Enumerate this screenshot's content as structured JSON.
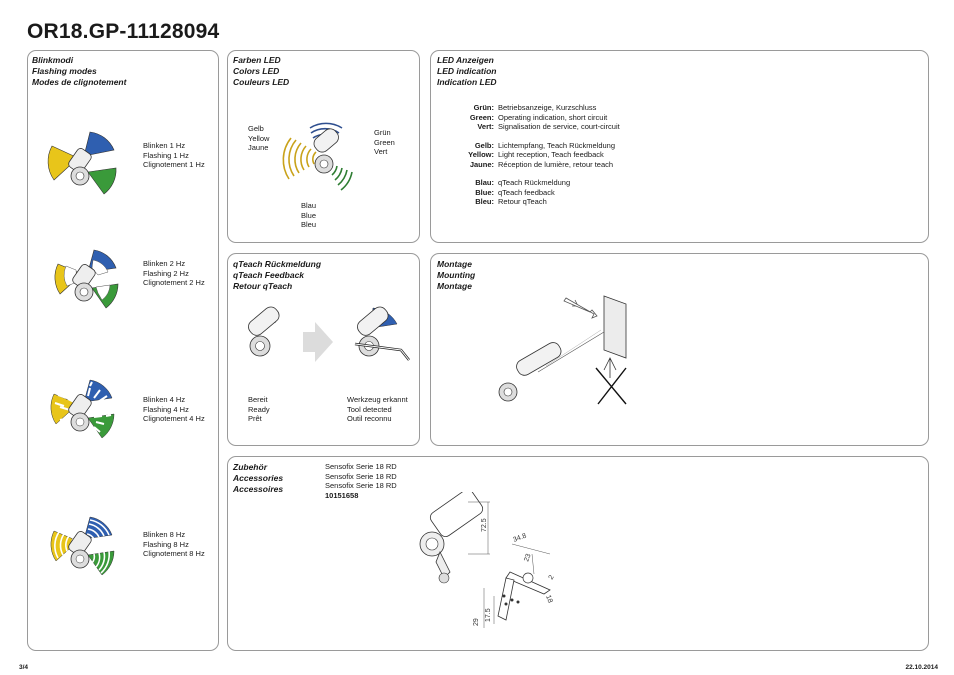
{
  "title": "OR18.GP-11128094",
  "blink": {
    "title": [
      "Blinkmodi",
      "Flashing modes",
      "Modes de clignotement"
    ],
    "modes": [
      [
        "Blinken 1 Hz",
        "Flashing 1 Hz",
        "Clignotement 1 Hz"
      ],
      [
        "Blinken 2 Hz",
        "Flashing 2 Hz",
        "Clignotement 2 Hz"
      ],
      [
        "Blinken 4 Hz",
        "Flashing 4 Hz",
        "Clignotement 4 Hz"
      ],
      [
        "Blinken 8 Hz",
        "Flashing 8 Hz",
        "Clignotement 8 Hz"
      ]
    ]
  },
  "colors": {
    "title": [
      "Farben LED",
      "Colors LED",
      "Couleurs LED"
    ],
    "yellow": [
      "Gelb",
      "Yellow",
      "Jaune"
    ],
    "green": [
      "Grün",
      "Green",
      "Vert"
    ],
    "blue": [
      "Blau",
      "Blue",
      "Bleu"
    ]
  },
  "indication": {
    "title": [
      "LED Anzeigen",
      "LED indication",
      "Indication LED"
    ],
    "groups": [
      [
        [
          "Grün:",
          "Betriebsanzeige, Kurzschluss"
        ],
        [
          "Green:",
          "Operating indication, short circuit"
        ],
        [
          "Vert:",
          "Signalisation de service, court-circuit"
        ]
      ],
      [
        [
          "Gelb:",
          "Lichtempfang, Teach Rückmeldung"
        ],
        [
          "Yellow:",
          "Light reception, Teach feedback"
        ],
        [
          "Jaune:",
          "Réception de lumière, retour teach"
        ]
      ],
      [
        [
          "Blau:",
          "qTeach Rückmeldung"
        ],
        [
          "Blue:",
          "qTeach feedback"
        ],
        [
          "Bleu:",
          "Retour qTeach"
        ]
      ]
    ]
  },
  "qteach": {
    "title": [
      "qTeach Rückmeldung",
      "qTeach Feedback",
      "Retour qTeach"
    ],
    "ready": [
      "Bereit",
      "Ready",
      "Prêt"
    ],
    "tool": [
      "Werkzeug erkannt",
      "Tool detected",
      "Outil reconnu"
    ]
  },
  "mounting": {
    "title": [
      "Montage",
      "Mounting",
      "Montage"
    ]
  },
  "accessories": {
    "title": [
      "Zubehör",
      "Accessories",
      "Accessoires"
    ],
    "lines": [
      "Sensofix Serie 18 RD",
      "Sensofix Serie 18 RD",
      "Sensofix Serie 18 RD"
    ],
    "part": "10151658",
    "dims": [
      "72.5",
      "34.8",
      "23",
      "2",
      "18",
      "29",
      "17.5"
    ]
  },
  "footer": {
    "page": "3/4",
    "date": "22.10.2014"
  },
  "palette": {
    "yellow": "#e8c51a",
    "blue": "#2f5fb0",
    "green": "#3a9a3a"
  }
}
